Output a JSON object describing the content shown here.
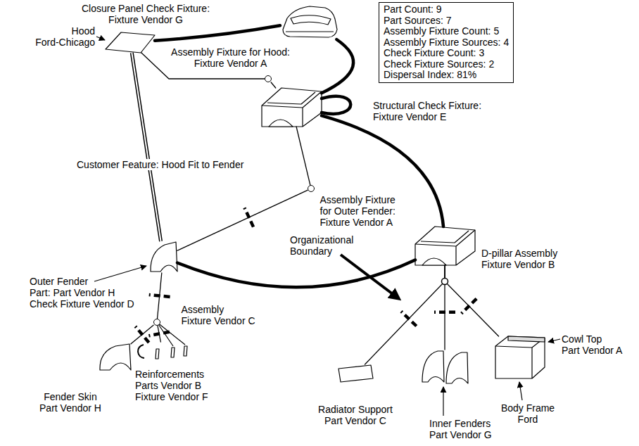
{
  "diagram": {
    "nodes": [
      {
        "text": [
          "Part Count: 9",
          "Part Sources: 7",
          "Assembly Fixture Count: 5",
          "Assembly Fixture Sources: 4",
          "Check Fixture Count: 3",
          "Check Fixture Sources: 2",
          "Dispersal Index: 81%"
        ]
      },
      {
        "text": [
          "Closure Panel Check Fixture: Fixture Vendor G"
        ]
      },
      {
        "text": [
          "Assembly Fixture for Hood: Fixture Vendor A"
        ]
      },
      {
        "text": [
          "Hood Ford-Chicago"
        ]
      },
      {
        "text": [
          "Structural Check Fixture: Fixture Vendor E"
        ]
      },
      {
        "text": [
          "Assembly Fixture for Outer Fender: Fixture Vendor A"
        ]
      },
      {
        "text": [
          "Outer Fender Part: Part Vendor H Check Fixture Vendor D"
        ]
      },
      {
        "text": [
          "D-pillar Assembly Fixture Vendor B"
        ]
      },
      {
        "text": [
          "Assembly Fixture Vendor C"
        ]
      },
      {
        "text": [
          "Fender Skin Part Vendor H"
        ]
      },
      {
        "text": [
          "Reinforcements Parts Vendor B Fixture Vendor F"
        ]
      },
      {
        "text": [
          "Radiator Support Part Vendor C"
        ]
      },
      {
        "text": [
          "Inner Fenders Part Vendor G"
        ]
      },
      {
        "text": [
          "Cowl Top Part Vendor A",
          "Body Frame Ford"
        ]
      }
    ],
    "edges": [
      {
        "from": 2,
        "to": 3,
        "arrow": "none"
      },
      {
        "from": 2,
        "to": 4,
        "arrow": "none"
      },
      {
        "from": 3,
        "to": 1,
        "arrow": "none"
      },
      {
        "from": 1,
        "to": 4,
        "arrow": "none"
      },
      {
        "from": 4,
        "to": 7,
        "arrow": "none"
      },
      {
        "from": 3,
        "to": 6,
        "arrow": "none",
        "label": "Customer Feature: Hood Fit to Fender"
      },
      {
        "from": 5,
        "to": 6,
        "arrow": "none"
      },
      {
        "from": 5,
        "to": 4,
        "arrow": "none"
      },
      {
        "from": 6,
        "to": 7,
        "arrow": "none"
      },
      {
        "from": 6,
        "to": 8,
        "arrow": "none"
      },
      {
        "from": 8,
        "to": 9,
        "arrow": "none"
      },
      {
        "from": 8,
        "to": 10,
        "arrow": "none"
      },
      {
        "from": 7,
        "to": 11,
        "arrow": "none"
      },
      {
        "from": 7,
        "to": 12,
        "arrow": "none"
      },
      {
        "from": 7,
        "to": 13,
        "arrow": "none"
      }
    ],
    "labels": [
      "Organizational Boundary"
    ]
  }
}
